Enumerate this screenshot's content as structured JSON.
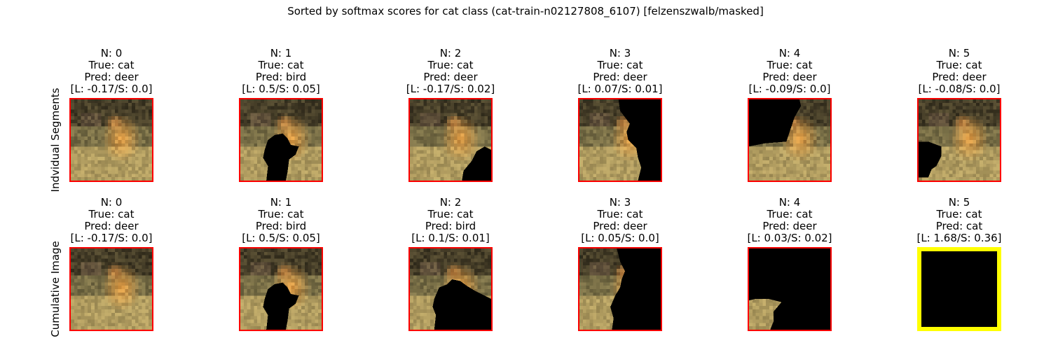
{
  "figure": {
    "suptitle": "Sorted by softmax scores for cat class (cat-train-n02127808_6107) [felzenszwalb/masked]"
  },
  "colors": {
    "frame_default": "#ff0000",
    "frame_highlight": "#ffff00",
    "mask": "#000000"
  },
  "rows": [
    {
      "label": "Indvidual Segments",
      "panels": [
        {
          "n": "N: 0",
          "true_label": "True: cat",
          "pred": "Pred: deer",
          "scores": "[L: -0.17/S: 0.0]",
          "highlight": false,
          "mask": "none"
        },
        {
          "n": "N: 1",
          "true_label": "True: cat",
          "pred": "Pred: bird",
          "scores": "[L: 0.5/S: 0.05]",
          "highlight": false,
          "mask": "seg1"
        },
        {
          "n": "N: 2",
          "true_label": "True: cat",
          "pred": "Pred: deer",
          "scores": "[L: -0.17/S: 0.02]",
          "highlight": false,
          "mask": "seg2"
        },
        {
          "n": "N: 3",
          "true_label": "True: cat",
          "pred": "Pred: deer",
          "scores": "[L: 0.07/S: 0.01]",
          "highlight": false,
          "mask": "seg3"
        },
        {
          "n": "N: 4",
          "true_label": "True: cat",
          "pred": "Pred: deer",
          "scores": "[L: -0.09/S: 0.0]",
          "highlight": false,
          "mask": "seg4"
        },
        {
          "n": "N: 5",
          "true_label": "True: cat",
          "pred": "Pred: deer",
          "scores": "[L: -0.08/S: 0.0]",
          "highlight": false,
          "mask": "seg5"
        }
      ]
    },
    {
      "label": "Cumulative Image",
      "panels": [
        {
          "n": "N: 0",
          "true_label": "True: cat",
          "pred": "Pred: deer",
          "scores": "[L: -0.17/S: 0.0]",
          "highlight": false,
          "mask": "none"
        },
        {
          "n": "N: 1",
          "true_label": "True: cat",
          "pred": "Pred: bird",
          "scores": "[L: 0.5/S: 0.05]",
          "highlight": false,
          "mask": "cum1"
        },
        {
          "n": "N: 2",
          "true_label": "True: cat",
          "pred": "Pred: bird",
          "scores": "[L: 0.1/S: 0.01]",
          "highlight": false,
          "mask": "cum2"
        },
        {
          "n": "N: 3",
          "true_label": "True: cat",
          "pred": "Pred: deer",
          "scores": "[L: 0.05/S: 0.0]",
          "highlight": false,
          "mask": "cum3"
        },
        {
          "n": "N: 4",
          "true_label": "True: cat",
          "pred": "Pred: deer",
          "scores": "[L: 0.03/S: 0.02]",
          "highlight": false,
          "mask": "cum4"
        },
        {
          "n": "N: 5",
          "true_label": "True: cat",
          "pred": "Pred: cat",
          "scores": "[L: 1.68/S: 0.36]",
          "highlight": true,
          "mask": "full"
        }
      ]
    }
  ]
}
